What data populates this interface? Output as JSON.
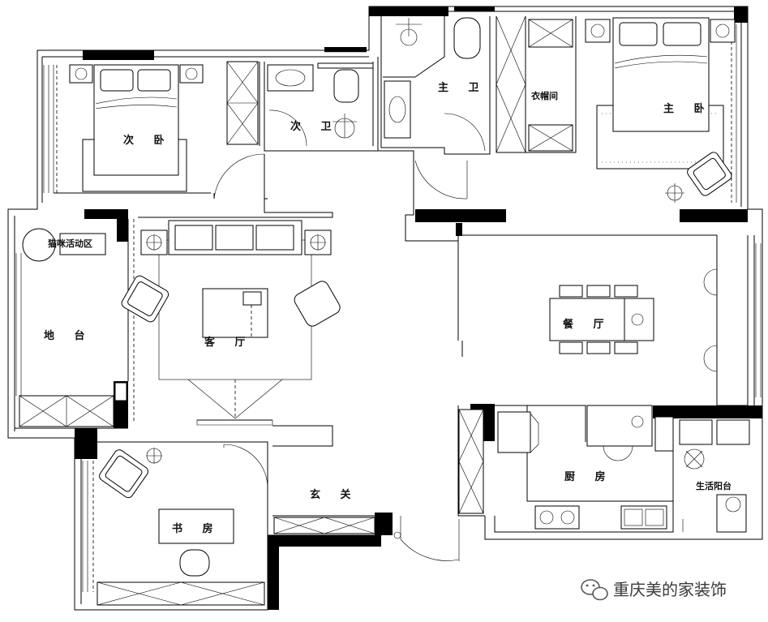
{
  "rooms": {
    "second_bedroom": "次 卧",
    "second_bathroom": "次 卫",
    "master_bathroom": "主 卫",
    "walk_in_closet": "衣帽间",
    "master_bedroom": "主 卧",
    "pet_area": "猫咪活动区",
    "balcony": "地 台",
    "living_room": "客 厅",
    "dining_room": "餐 厅",
    "kitchen": "厨 房",
    "utility_balcony": "生活阳台",
    "entrance": "玄 关",
    "study": "书 房"
  },
  "watermark": {
    "text": "重庆美的家装饰",
    "icon": "wechat-icon"
  },
  "colors": {
    "wall": "#000000",
    "line": "#000000",
    "background": "#ffffff"
  }
}
